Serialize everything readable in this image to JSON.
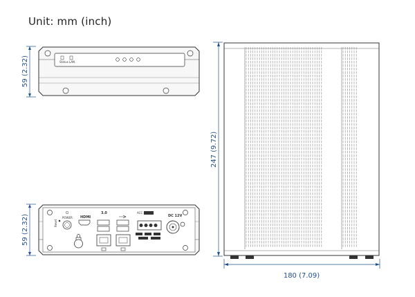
{
  "title": "Unit: mm (inch)",
  "dimensions": {
    "front_height": "59 (2.32)",
    "rear_height": "59 (2.32)",
    "top_depth": "247 (9.72)",
    "top_width": "180 (7.09)"
  },
  "front_panel": {
    "led_labels": [
      "Status",
      "LAN"
    ]
  },
  "rear_panel": {
    "labels": {
      "reset": "Reset",
      "power": "POWER",
      "hdmi": "HDMI",
      "usb3": "3.0",
      "acc": "ACC",
      "dc": "DC 12V"
    }
  },
  "colors": {
    "dimension": "#1f4f8f",
    "outline": "#333333"
  }
}
